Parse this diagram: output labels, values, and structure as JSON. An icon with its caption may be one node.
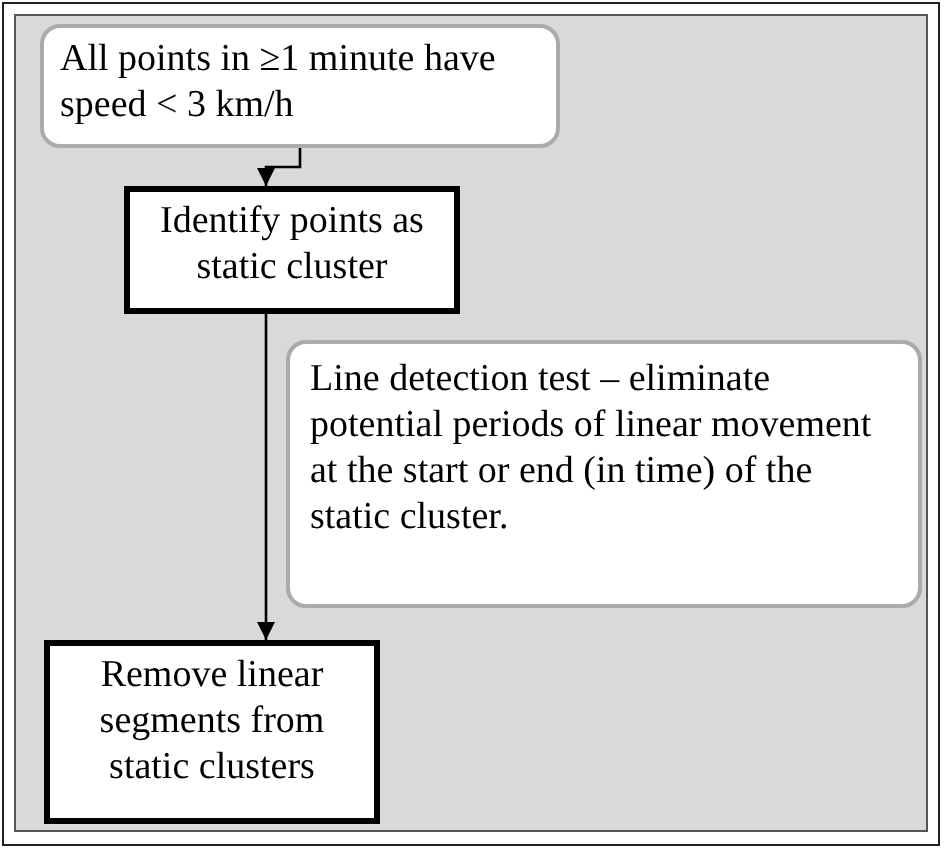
{
  "diagram": {
    "nodes": [
      {
        "text": [
          "All points in ≥1 minute have speed < 3 km/h"
        ]
      },
      {
        "text": [
          "Identify points as static cluster"
        ]
      },
      {
        "text": [
          "Line detection test – eliminate potential periods of linear movement at the start or end (in time) of the static cluster."
        ]
      },
      {
        "text": [
          "Remove linear segments from static clusters"
        ]
      }
    ],
    "edges": [
      {
        "from": 0,
        "to": 1,
        "arrow": "to"
      },
      {
        "from": 1,
        "to": 3,
        "arrow": "to"
      }
    ]
  }
}
